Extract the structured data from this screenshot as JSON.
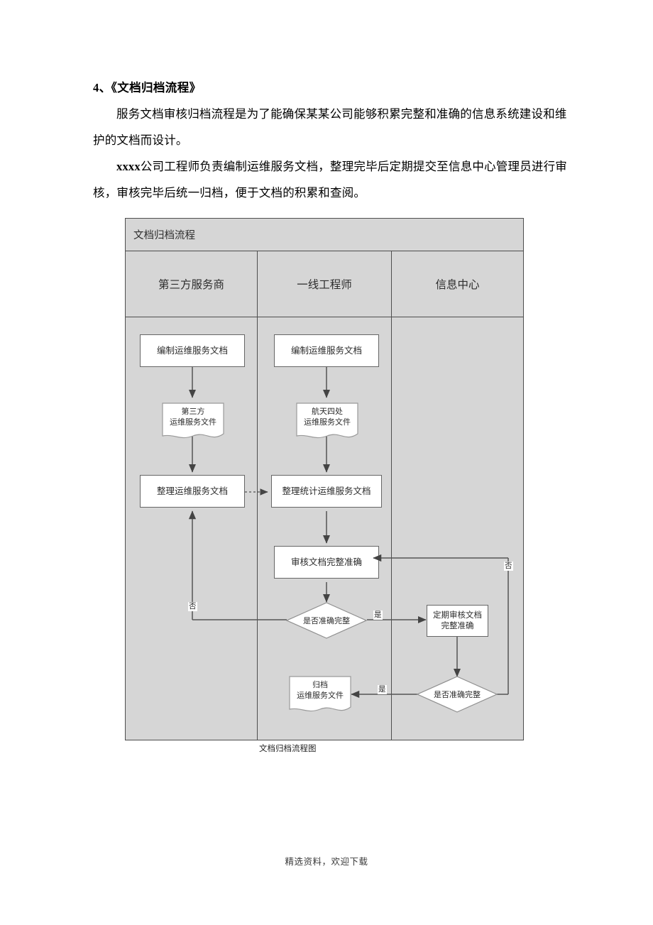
{
  "document": {
    "heading": "4、《文档归档流程》",
    "paragraph_1": "服务文档审核归档流程是为了能确保某某公司能够积累完整和准确的信息系统建设和维护的文档而设计。",
    "paragraph_2_bold_prefix": "xxxx",
    "paragraph_2": "公司工程师负责编制运维服务文档，整理完毕后定期提交至信息中心管理员进行审核，审核完毕后统一归档，便于文档的积累和查阅。",
    "caption": "文档归档流程图",
    "footer": "精选资料，欢迎下载"
  },
  "flowchart": {
    "title": "文档归档流程",
    "lanes": [
      {
        "label": "第三方服务商"
      },
      {
        "label": "一线工程师"
      },
      {
        "label": "信息中心"
      }
    ],
    "nodes": [
      {
        "id": "n1",
        "label": "编制运维服务文档",
        "shape": "process",
        "lane": 0
      },
      {
        "id": "n2",
        "label": "第三方\n运维服务文件",
        "shape": "document",
        "lane": 0
      },
      {
        "id": "n3",
        "label": "整理运维服务文档",
        "shape": "process",
        "lane": 0
      },
      {
        "id": "n4",
        "label": "编制运维服务文档",
        "shape": "process",
        "lane": 1
      },
      {
        "id": "n5",
        "label": "航天四处\n运维服务文件",
        "shape": "document",
        "lane": 1
      },
      {
        "id": "n6",
        "label": "整理统计运维服务文档",
        "shape": "process",
        "lane": 1
      },
      {
        "id": "n7",
        "label": "审核文档完整准确",
        "shape": "process",
        "lane": 1
      },
      {
        "id": "n8",
        "label": "是否准确完整",
        "shape": "decision",
        "lane": 1
      },
      {
        "id": "n9",
        "label": "归档\n运维服务文件",
        "shape": "document",
        "lane": 1
      },
      {
        "id": "n10",
        "label": "定期审核文档\n完整准确",
        "shape": "process",
        "lane": 2
      },
      {
        "id": "n11",
        "label": "是否准确完整",
        "shape": "decision",
        "lane": 2
      }
    ],
    "edge_labels": {
      "no_left": "否",
      "yes_mid": "是",
      "no_right": "否",
      "yes_bottom": "是"
    },
    "colors": {
      "lane_background": "#d6d6d6",
      "lane_border": "#4e4e4e",
      "node_fill": "#ffffff",
      "node_border": "#666666",
      "connector": "#555555"
    }
  }
}
